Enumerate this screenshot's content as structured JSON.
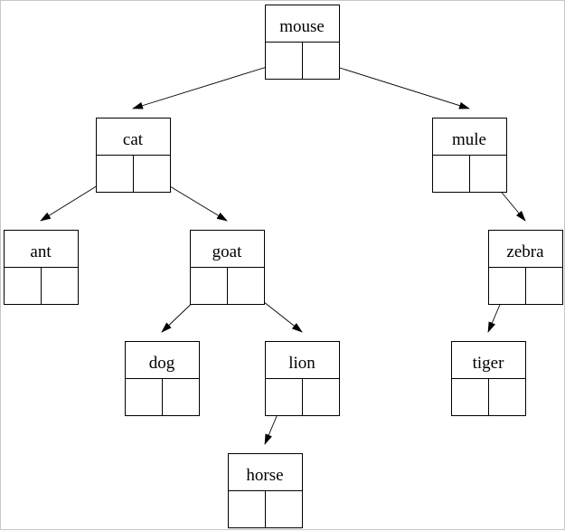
{
  "tree": {
    "nodes": [
      {
        "id": "mouse",
        "label": "mouse"
      },
      {
        "id": "cat",
        "label": "cat"
      },
      {
        "id": "mule",
        "label": "mule"
      },
      {
        "id": "ant",
        "label": "ant"
      },
      {
        "id": "goat",
        "label": "goat"
      },
      {
        "id": "zebra",
        "label": "zebra"
      },
      {
        "id": "dog",
        "label": "dog"
      },
      {
        "id": "lion",
        "label": "lion"
      },
      {
        "id": "tiger",
        "label": "tiger"
      },
      {
        "id": "horse",
        "label": "horse"
      }
    ],
    "edges": [
      {
        "from": "mouse",
        "side": "left",
        "to": "cat"
      },
      {
        "from": "mouse",
        "side": "right",
        "to": "mule"
      },
      {
        "from": "cat",
        "side": "left",
        "to": "ant"
      },
      {
        "from": "cat",
        "side": "right",
        "to": "goat"
      },
      {
        "from": "mule",
        "side": "right",
        "to": "zebra"
      },
      {
        "from": "goat",
        "side": "left",
        "to": "dog"
      },
      {
        "from": "goat",
        "side": "right",
        "to": "lion"
      },
      {
        "from": "zebra",
        "side": "left",
        "to": "tiger"
      },
      {
        "from": "lion",
        "side": "left",
        "to": "horse"
      }
    ]
  }
}
